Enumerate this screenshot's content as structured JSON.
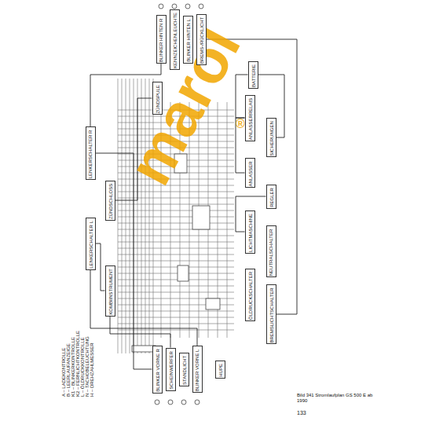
{
  "diagram": {
    "caption": "Bild 341 Stromlaufplan GS 500 E ab 1990",
    "nodes": [
      {
        "text": [
          "BLINKER HINTEN R"
        ]
      },
      {
        "text": [
          "KENNZEICHENLEUCHTE"
        ]
      },
      {
        "text": [
          "BLINKER HINTEN L"
        ]
      },
      {
        "text": [
          "BREMS-/RÜCKLICHT"
        ]
      },
      {
        "text": [
          "BATTERIE"
        ]
      },
      {
        "text": [
          "ZÜNDSPULE"
        ]
      },
      {
        "text": [
          "ANLASSERRELAIS"
        ]
      },
      {
        "text": [
          "SICHERUNGEN"
        ]
      },
      {
        "text": [
          "ANLASSER"
        ]
      },
      {
        "text": [
          "REGLER"
        ]
      },
      {
        "text": [
          "LICHTMASCHINE"
        ]
      },
      {
        "text": [
          "NEUTRALSCHALTER"
        ]
      },
      {
        "text": [
          "BREMSLICHTSCHALTER"
        ]
      },
      {
        "text": [
          "ÖLDRUCKSCHALTER"
        ]
      },
      {
        "text": [
          "ZÜNDSCHLOSS"
        ]
      },
      {
        "text": [
          "KOMBIINSTRUMENT"
        ]
      },
      {
        "text": [
          "LENKERSCHALTER R"
        ]
      },
      {
        "text": [
          "LENKERSCHALTER L"
        ]
      },
      {
        "text": [
          "BLINKER VORNE R"
        ]
      },
      {
        "text": [
          "SCHEINWERFER"
        ]
      },
      {
        "text": [
          "STANDLICHT"
        ]
      },
      {
        "text": [
          "BLINKER VORNE L"
        ]
      },
      {
        "text": [
          "HUPE"
        ]
      }
    ],
    "edges": [
      {
        "from": 4,
        "to": 7,
        "arrow": "none"
      },
      {
        "from": 4,
        "to": 6,
        "arrow": "none"
      },
      {
        "from": 6,
        "to": 8,
        "arrow": "none"
      },
      {
        "from": 10,
        "to": 9,
        "arrow": "none"
      },
      {
        "from": 14,
        "to": 5,
        "arrow": "none"
      },
      {
        "from": 16,
        "to": 18,
        "arrow": "none"
      },
      {
        "from": 17,
        "to": 15,
        "arrow": "none"
      },
      {
        "from": 15,
        "to": 19,
        "arrow": "none"
      },
      {
        "from": 17,
        "to": 21,
        "arrow": "none"
      },
      {
        "from": 0,
        "to": 16,
        "arrow": "none"
      },
      {
        "from": 3,
        "to": 12,
        "arrow": "none"
      }
    ],
    "labels": [
      "A – LADEKONTROLLE",
      "B – LEERLAUFANZEIGE",
      "K1 – BLINKERKONTROLLE",
      "K2 – FERNLICHTKONTROLLE",
      "L – ÖLDRUCKKONTROLLE",
      "N – TACHOBELEUCHTUNG",
      "H – DREHZAHLMESSER",
      "marol",
      "®",
      "133"
    ]
  }
}
